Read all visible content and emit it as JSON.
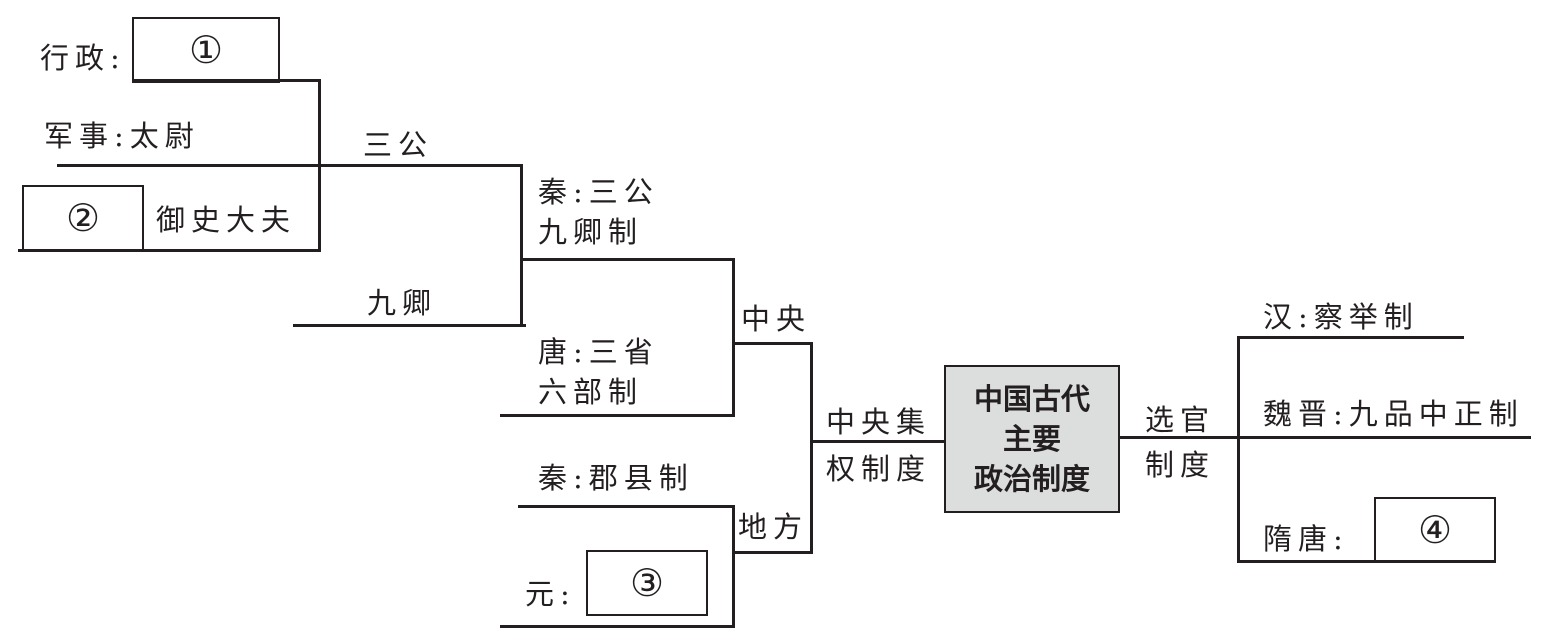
{
  "center": {
    "line1": "中国古代",
    "line2": "主要",
    "line3": "政治制度"
  },
  "left": {
    "central_power": {
      "line1": "中央集",
      "line2": "权制度"
    },
    "central": "中央",
    "local": "地方",
    "qin_system": {
      "line1": "秦:三公",
      "line2": "九卿制"
    },
    "tang_system": {
      "line1": "唐:三省",
      "line2": "六部制"
    },
    "san_gong": "三公",
    "jiu_qing": "九卿",
    "xingzheng": "行政:",
    "blank1": "①",
    "junshi": "军事:太尉",
    "blank2": "②",
    "yushi": "御史大夫",
    "qin_local": "秦:郡县制",
    "yuan": "元:",
    "blank3": "③"
  },
  "right": {
    "selection": {
      "line1": "选官",
      "line2": "制度"
    },
    "han": "汉:察举制",
    "weijin": "魏晋:九品中正制",
    "suitang": "隋唐:",
    "blank4": "④"
  }
}
